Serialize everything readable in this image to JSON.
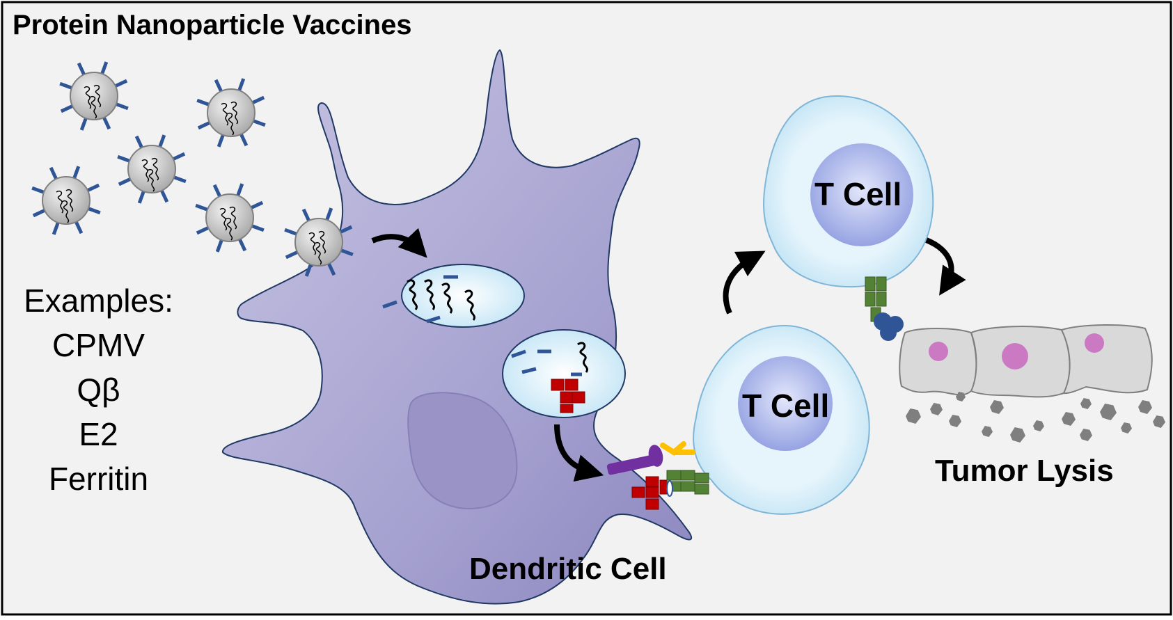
{
  "title": "Protein Nanoparticle Vaccines",
  "examples": {
    "heading": "Examples:",
    "items": [
      "CPMV",
      "Qβ",
      "E2",
      "Ferritin"
    ]
  },
  "labels": {
    "t_cell_top": "T Cell",
    "t_cell_bottom": "T Cell",
    "dendritic_cell": "Dendritic Cell",
    "tumor_lysis": "Tumor Lysis"
  },
  "colors": {
    "background": "#f2f2f2",
    "dendritic_cell": "#9d99c9",
    "t_cell": "#d6eef9",
    "t_cell_nucleus": "#a9b5ec",
    "nanoparticle": "#bfbfbf",
    "spike": "#2f5597",
    "mhc": "#c00000",
    "tcr": "#548235",
    "costim_ligand": "#7030a0",
    "costim_receptor": "#ffc000",
    "tumor_cell": "#d9d9d9",
    "tumor_nucleus": "#cc79c3",
    "debris": "#7f7f7f"
  }
}
